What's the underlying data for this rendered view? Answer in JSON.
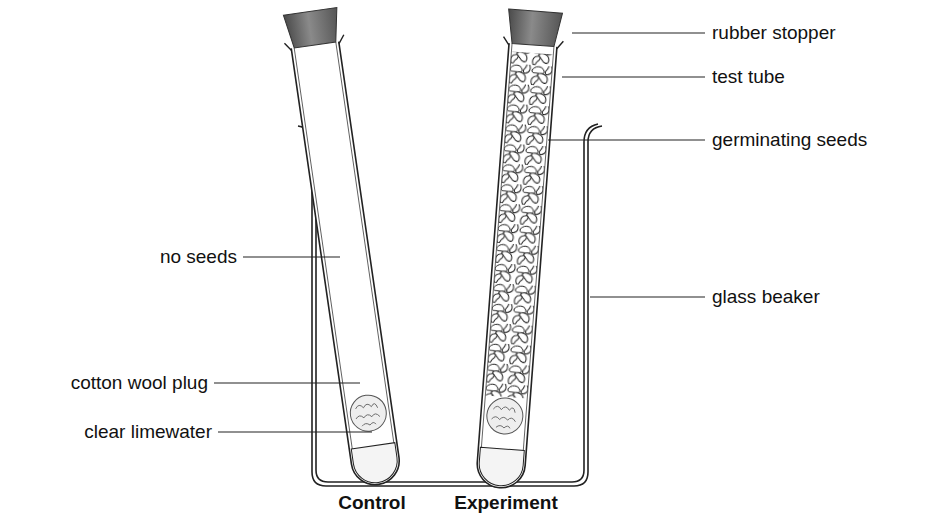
{
  "diagram": {
    "labels": [
      "rubber stopper",
      "test tube",
      "germinating seeds",
      "glass beaker",
      "no seeds",
      "cotton wool plug",
      "clear limewater",
      "Control",
      "Experiment"
    ]
  }
}
